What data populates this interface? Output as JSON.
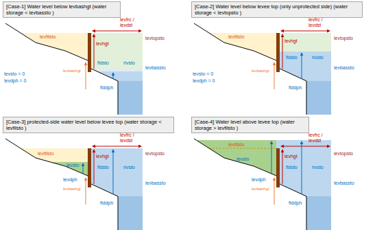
{
  "diagram": {
    "nodes": [
      {
        "text": [
          "[Case-1] Water level below levbashgt (water storage < levbassto )"
        ]
      },
      {
        "text": [
          "[Case-2] Water level below levee top (only unprotected side) (water storage < levtopsto )"
        ]
      },
      {
        "text": [
          "[Case-3] protected-side water level below levee top (water storage < levfilsto )"
        ]
      },
      {
        "text": [
          "[Case-4] Water level above levee top (water storage > levfilsto )"
        ]
      }
    ],
    "labels": [
      "levfrc / levdst",
      "levfilsto",
      "levhgt",
      "levtopsto",
      "fldsto",
      "rivsto",
      "levbassto",
      "flddph",
      "levbashgt",
      "levsto = 0",
      "levdph = 0",
      "levfrc / levdst",
      "levfilsto",
      "levhgt",
      "levtopsto",
      "fldsto",
      "rivsto",
      "levbassto",
      "flddph",
      "levbashgt",
      "levsto = 0",
      "levdph = 0",
      "levfrc / levdst",
      "levfilsto",
      "fldsto",
      "rivsto",
      "levtopsto",
      "levsto",
      "levhgt",
      "levdph",
      "flddph",
      "levbassto",
      "levbashgt",
      "levsto",
      "levfrc / levdst",
      "levfilsto",
      "fldsto",
      "rivsto",
      "levtopsto",
      "levdph",
      "levhgt",
      "flddph",
      "levbassto",
      "levbashgt"
    ]
  }
}
